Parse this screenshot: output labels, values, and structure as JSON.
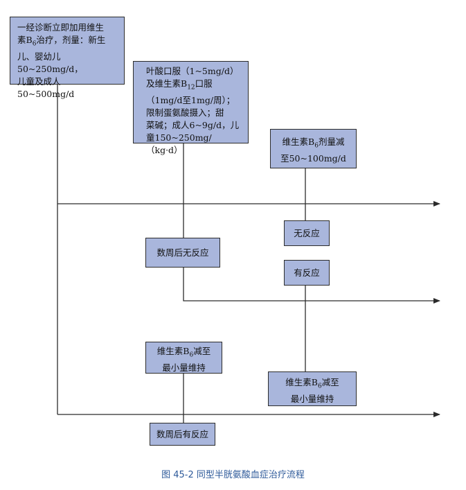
{
  "boxes": {
    "initial": {
      "line1": "一经诊断立即加用维生",
      "line2_pre": "素B",
      "line2_sub": "6",
      "line2_post": "治疗，剂量：新生",
      "line3": "儿、婴幼儿50~250mg/d，",
      "line4": "儿童及成人 50~500mg/d"
    },
    "folate": {
      "line1": "叶酸口服（1~5mg/d）",
      "line2_pre": "及维生素B",
      "line2_sub": "12",
      "line2_post": "口服",
      "line3": "（1mg/d至1mg/周）；",
      "line4": "限制蛋氨酸摄入；甜",
      "line5": "菜碱；成人6~9g/d，儿",
      "line6": "童150~250mg/（kg·d）"
    },
    "b6_reduce": {
      "line1_pre": "维生素B",
      "line1_sub": "6",
      "line1_post": "剂量减",
      "line2": "至50~100mg/d"
    },
    "no_response": "无反应",
    "weeks_no_response": "数周后无反应",
    "has_response": "有反应",
    "b6_min_left": {
      "line1_pre": "维生素B",
      "line1_sub": "6",
      "line1_post": "减至",
      "line2": "最小量维持"
    },
    "b6_min_right": {
      "line1_pre": "维生素B",
      "line1_sub": "6",
      "line1_post": "减至",
      "line2": "最小量维持"
    },
    "weeks_has_response": "数周后有反应"
  },
  "caption": "图 45-2   同型半胱氨酸血症治疗流程",
  "colors": {
    "box_fill": "#a9b6dc",
    "line": "#2b2b2b",
    "caption": "#2e5a9a"
  }
}
